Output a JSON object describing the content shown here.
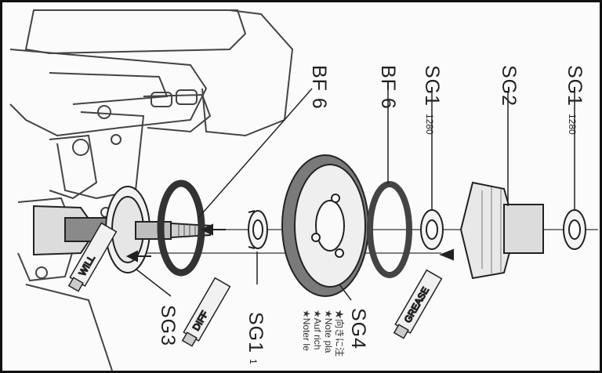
{
  "labels": {
    "bf6_left": "BF 6",
    "bf6_right": "BF 6",
    "sg1_a": "SG1",
    "sg1_a_num": "1280",
    "sg2": "SG2",
    "sg1_b": "SG1",
    "sg1_b_num": "1280",
    "sg3": "SG3",
    "sg1_bottom": "SG1",
    "sg1_bottom_num": "1",
    "sg4": "SG4",
    "note_jp": "★向きに注",
    "note_en": "★Note pla",
    "note_de": "★Auf rich",
    "note_fr": "★Noter le"
  },
  "tube_text": [
    "WILL",
    "DIFF",
    "GREASE"
  ],
  "colors": {
    "line": "#222222",
    "gray_part": "#9a9a9a",
    "dark_ring": "#333333",
    "background": "#fbfbfb"
  }
}
